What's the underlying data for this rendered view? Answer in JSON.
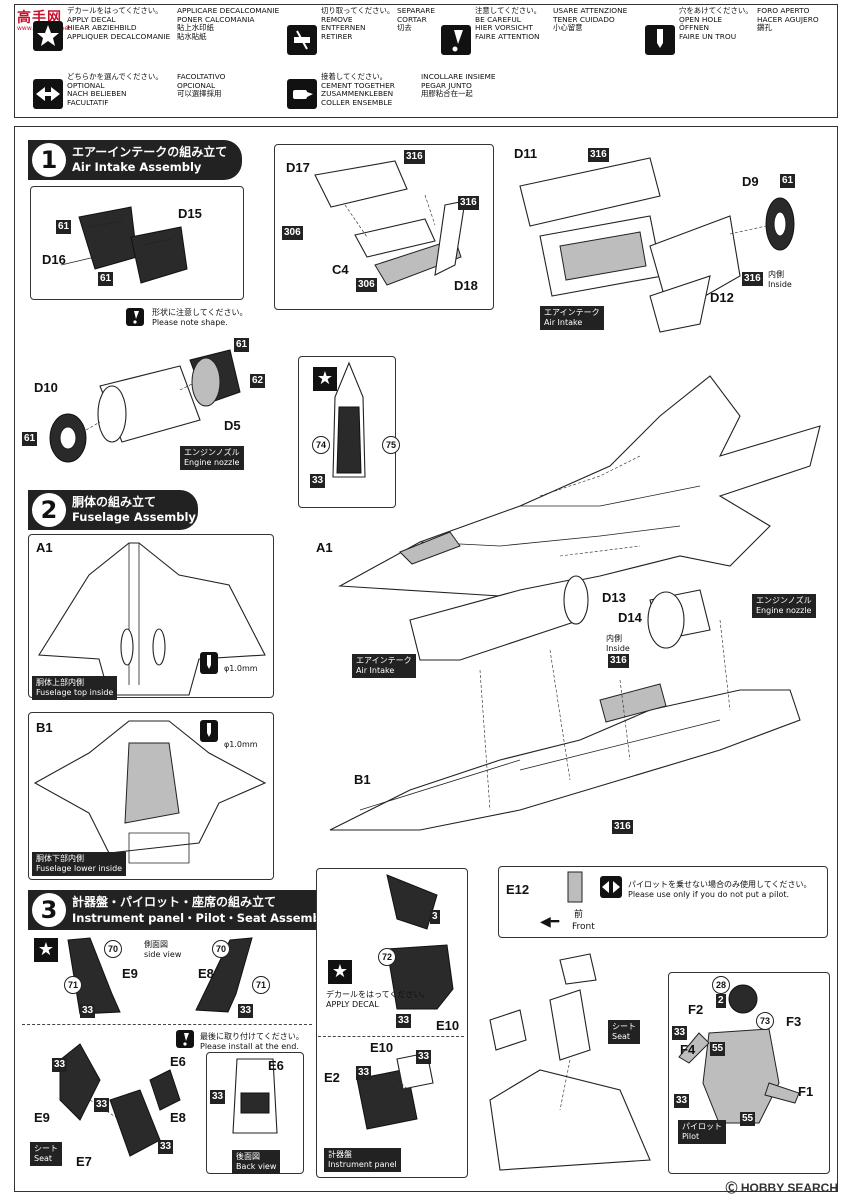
{
  "logo": {
    "text": "高手网",
    "url": "www.gaoshou.net"
  },
  "legend": {
    "apply_decal": "デカールをはってください。\nAPPLY DECAL\nHIEAR ABZIEHBILD\nAPPLIQUER DECALCOMANIE",
    "apply_decal_2": "APPLICARE DECALCOMANIE\nPONER CALCOMANIA\n貼上水印紙\n貼水貼紙",
    "remove": "切り取ってください。\nREMOVE\nENTFERNEN\nRETIRER",
    "remove_2": "SEPARARE\nCORTAR\n切去",
    "careful": "注意してください。\nBE CAREFUL\nHIER VORSICHT\nFAIRE ATTENTION",
    "careful_2": "USARE ATTENZIONE\nTENER CUIDADO\n小心留意",
    "open_hole": "穴をあけてください。\nOPEN HOLE\nÖFFNEN\nFAIRE UN TROU",
    "open_hole_2": "FORO APERTO\nHACER AGUJERO\n鑽孔",
    "optional": "どちらかを選んでください。\nOPTIONAL\nNACH BELIEBEN\nFACULTATIF",
    "optional_2": "FACOLTATIVO\nOPCIONAL\n可以選擇採用",
    "cement": "接着してください。\nCEMENT TOGETHER\nZUSAMMENKLEBEN\nCOLLER ENSEMBLE",
    "cement_2": "INCOLLARE INSIEME\nPEGAR JUNTO\n用膠粘合在一起"
  },
  "step1": {
    "number": "1",
    "title_jp": "エアーインテークの組み立て",
    "title_en": "Air Intake Assembly",
    "note": "形状に注意してください。\nPlease note shape.",
    "labels": {
      "d15": "D15",
      "d16": "D16",
      "d10": "D10",
      "d5": "D5",
      "d17": "D17",
      "c4": "C4",
      "d18": "D18",
      "d11": "D11",
      "d9": "D9",
      "d12": "D12"
    },
    "badges": {
      "b61": "61",
      "b62": "62",
      "b316": "316",
      "b306": "306"
    },
    "inside": "内側\nInside",
    "engine_nozzle": "エンジンノズル\nEngine nozzle",
    "air_intake": "エアインテーク\nAir Intake"
  },
  "step2": {
    "number": "2",
    "title_jp": "胴体の組み立て",
    "title_en": "Fuselage Assembly",
    "labels": {
      "a1": "A1",
      "b1": "B1",
      "d13": "D13",
      "d14": "D14"
    },
    "hole": "φ1.0mm",
    "top_inside": "胴体上部内側\nFuselage top inside",
    "lower_inside": "胴体下部内側\nFuselage lower inside",
    "inside": "内側\nInside",
    "engine_nozzle": "エンジンノズル\nEngine nozzle",
    "air_intake": "エアインテーク\nAir Intake",
    "decals": {
      "d74": "74",
      "d75": "75",
      "b33": "33",
      "b316": "316"
    }
  },
  "step3": {
    "number": "3",
    "title_jp": "計器盤・パイロット・座席の組み立て",
    "title_en": "Instrument panel・Pilot・Seat Assembly",
    "labels": {
      "e9": "E9",
      "e8": "E8",
      "e6": "E6",
      "e7": "E7",
      "e10": "E10",
      "e2": "E2",
      "e12": "E12",
      "f1": "F1",
      "f2": "F2",
      "f3": "F3",
      "f4": "F4"
    },
    "side_view": "側面図\nside view",
    "back_view": "後面図\nBack view",
    "install_end": "最後に取り付けてください。\nPlease install at the end.",
    "apply_decal": "デカールをはってください。\nAPPLY DECAL",
    "seat": "シート\nSeat",
    "instrument_panel": "計器盤\nInstrument panel",
    "pilot": "パイロット\nPilot",
    "front_jp": "前",
    "front_en": "Front",
    "pilot_note": "パイロットを乗せない場合のみ使用してください。\nPlease use only if you do not put a pilot.",
    "decals": {
      "d70": "70",
      "d71": "71",
      "d72": "72",
      "d28": "28",
      "d73": "73"
    },
    "badges": {
      "b33": "33",
      "b3": "3",
      "b2": "2",
      "b55": "55"
    }
  },
  "watermark": "Ⓒ HOBBY SEARCH"
}
